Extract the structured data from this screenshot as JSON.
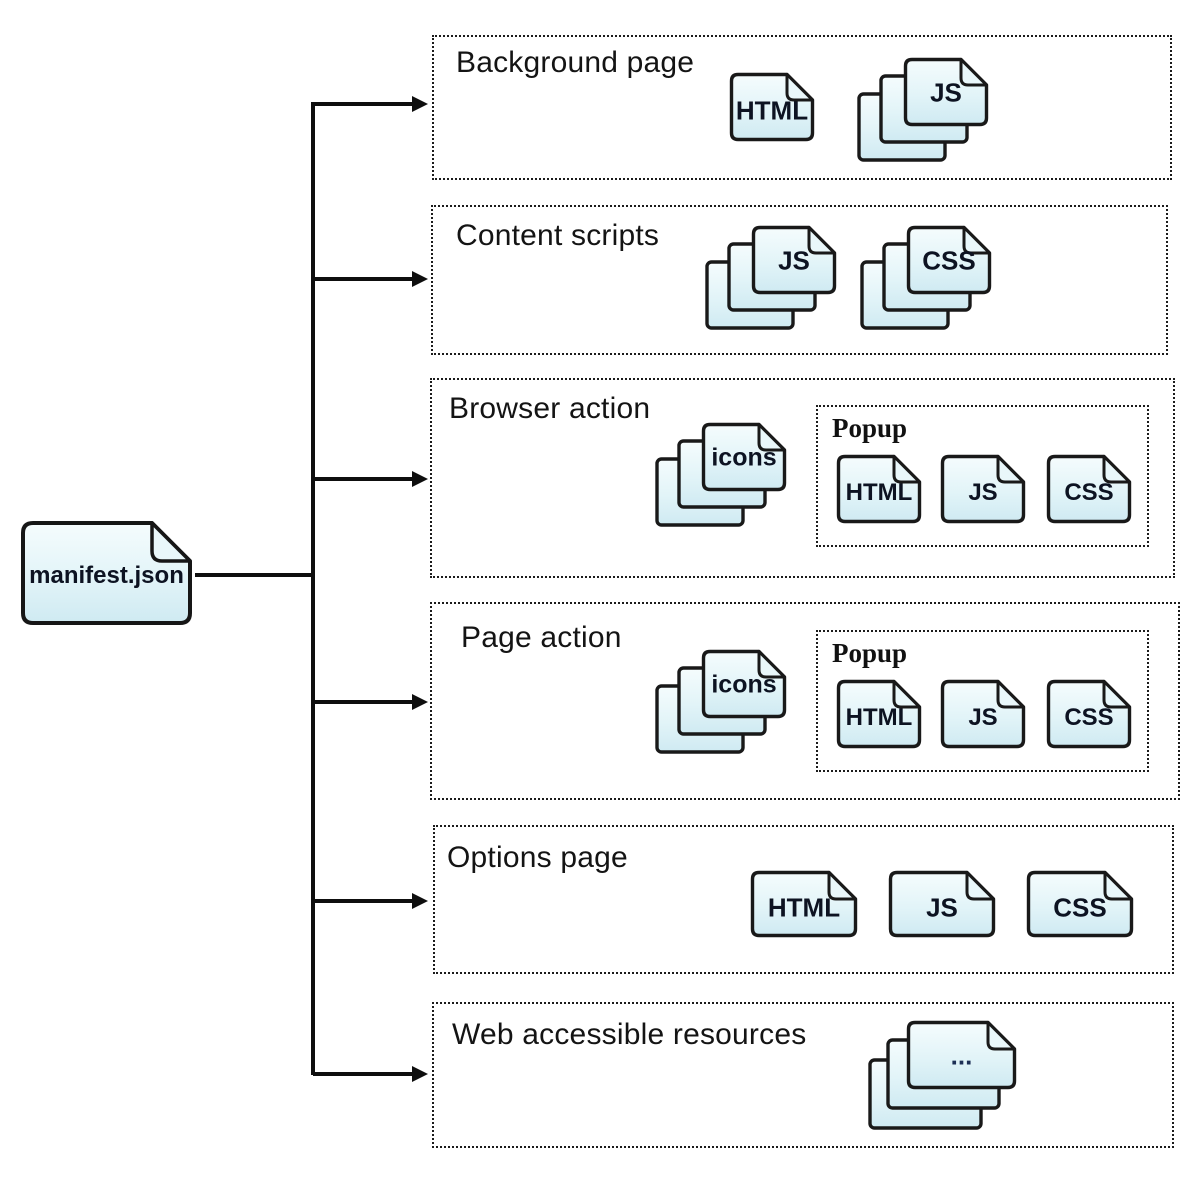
{
  "root": {
    "label": "manifest.json"
  },
  "colors": {
    "sheet_fill_top": "#f5fcfd",
    "sheet_fill_bottom": "#cfeaf2",
    "fold_fill": "#e9f7fa",
    "outline": "#191919",
    "connector": "#0e0e0e"
  },
  "sections": [
    {
      "title": "Background page",
      "single_file": {
        "label": "HTML"
      },
      "stack": {
        "label": "JS"
      }
    },
    {
      "title": "Content scripts",
      "stacks": [
        {
          "label": "JS"
        },
        {
          "label": "CSS"
        }
      ]
    },
    {
      "title": "Browser action",
      "stack": {
        "label": "icons"
      },
      "popup": {
        "title": "Popup",
        "files": [
          {
            "label": "HTML"
          },
          {
            "label": "JS"
          },
          {
            "label": "CSS"
          }
        ]
      }
    },
    {
      "title": "Page action",
      "stack": {
        "label": "icons"
      },
      "popup": {
        "title": "Popup",
        "files": [
          {
            "label": "HTML"
          },
          {
            "label": "JS"
          },
          {
            "label": "CSS"
          }
        ]
      }
    },
    {
      "title": "Options page",
      "files": [
        {
          "label": "HTML"
        },
        {
          "label": "JS"
        },
        {
          "label": "CSS"
        }
      ]
    },
    {
      "title": "Web accessible resources",
      "stack": {
        "label": "..."
      }
    }
  ]
}
